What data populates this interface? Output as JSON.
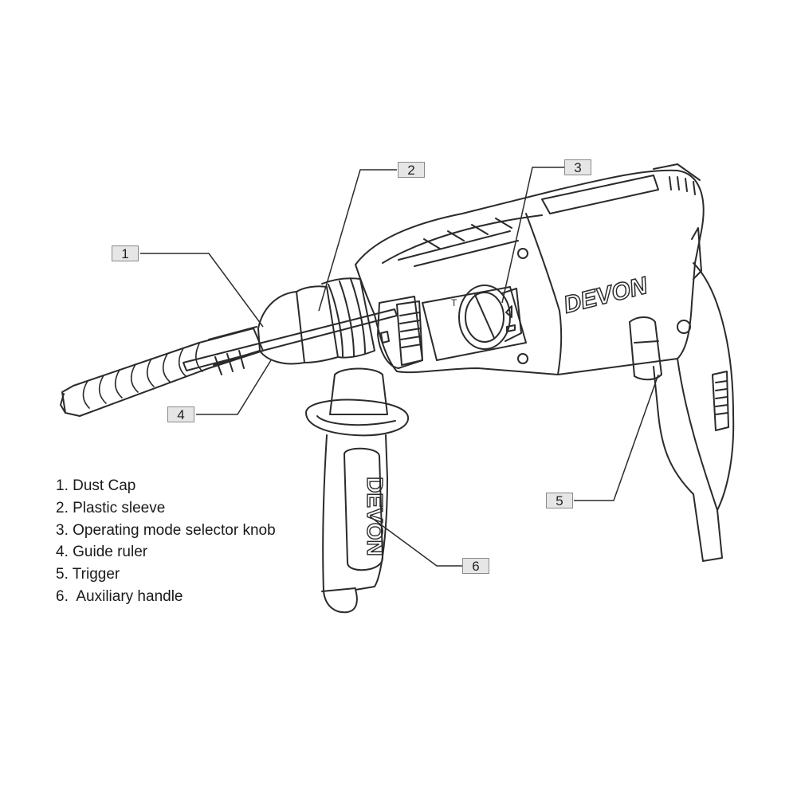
{
  "brand": {
    "body_logo": "DEVON",
    "handle_logo": "DEVON"
  },
  "mode_marks": {
    "t_mark": "T"
  },
  "callouts": [
    {
      "number": "1"
    },
    {
      "number": "2"
    },
    {
      "number": "3"
    },
    {
      "number": "4"
    },
    {
      "number": "5"
    },
    {
      "number": "6"
    }
  ],
  "legend": [
    "1. Dust Cap",
    "2. Plastic sleeve",
    "3. Operating mode selector knob",
    "4. Guide ruler",
    "5. Trigger",
    "6.  Auxiliary handle"
  ],
  "colors": {
    "line": "#2b2b2b",
    "callout_fill": "#e6e6e6",
    "callout_border": "#8a8a8a"
  }
}
